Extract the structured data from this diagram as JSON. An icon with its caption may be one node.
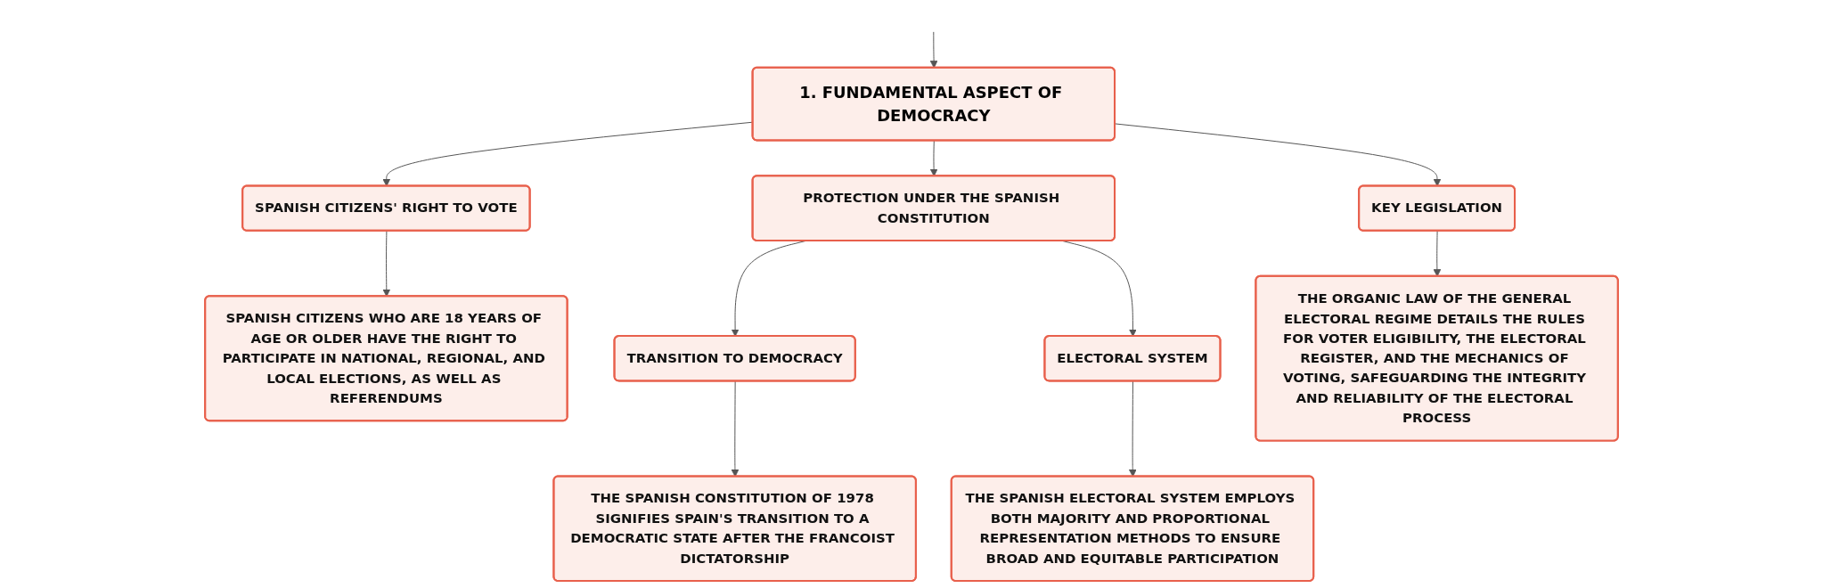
{
  "diagram": {
    "nodes": [
      {
        "text": [
          "1. FUNDAMENTAL ASPECT OF DEMOCRACY"
        ]
      },
      {
        "text": [
          "SPANISH CITIZENS' RIGHT TO VOTE"
        ]
      },
      {
        "text": [
          "SPANISH CITIZENS WHO ARE 18 YEARS OF AGE OR OLDER HAVE THE RIGHT TO PARTICIPATE IN NATIONAL, REGIONAL, AND LOCAL ELECTIONS, AS WELL AS REFERENDUMS"
        ]
      },
      {
        "text": [
          "PROTECTION UNDER THE SPANISH CONSTITUTION"
        ]
      },
      {
        "text": [
          "TRANSITION TO DEMOCRACY"
        ]
      },
      {
        "text": [
          "THE SPANISH CONSTITUTION OF 1978 SIGNIFIES SPAIN'S TRANSITION TO A DEMOCRATIC STATE AFTER THE FRANCOIST DICTATORSHIP"
        ]
      },
      {
        "text": [
          "ELECTORAL SYSTEM"
        ]
      },
      {
        "text": [
          "THE SPANISH ELECTORAL SYSTEM EMPLOYS BOTH MAJORITY AND PROPORTIONAL REPRESENTATION METHODS TO ENSURE BROAD AND EQUITABLE PARTICIPATION"
        ]
      },
      {
        "text": [
          "KEY LEGISLATION"
        ]
      },
      {
        "text": [
          "THE ORGANIC LAW OF THE GENERAL ELECTORAL REGIME DETAILS THE RULES FOR VOTER ELIGIBILITY, THE ELECTORAL REGISTER, AND THE MECHANICS OF VOTING, SAFEGUARDING THE INTEGRITY AND RELIABILITY OF THE ELECTORAL PROCESS"
        ]
      }
    ],
    "edges": [
      {
        "from": null,
        "to": 0,
        "arrow": "to"
      },
      {
        "from": 0,
        "to": 1,
        "arrow": "to"
      },
      {
        "from": 1,
        "to": 2,
        "arrow": "to"
      },
      {
        "from": 0,
        "to": 3,
        "arrow": "to"
      },
      {
        "from": 3,
        "to": 4,
        "arrow": "to"
      },
      {
        "from": 4,
        "to": 5,
        "arrow": "to"
      },
      {
        "from": 3,
        "to": 6,
        "arrow": "to"
      },
      {
        "from": 6,
        "to": 7,
        "arrow": "to"
      },
      {
        "from": 0,
        "to": 8,
        "arrow": "to"
      },
      {
        "from": 8,
        "to": 9,
        "arrow": "to"
      }
    ]
  }
}
